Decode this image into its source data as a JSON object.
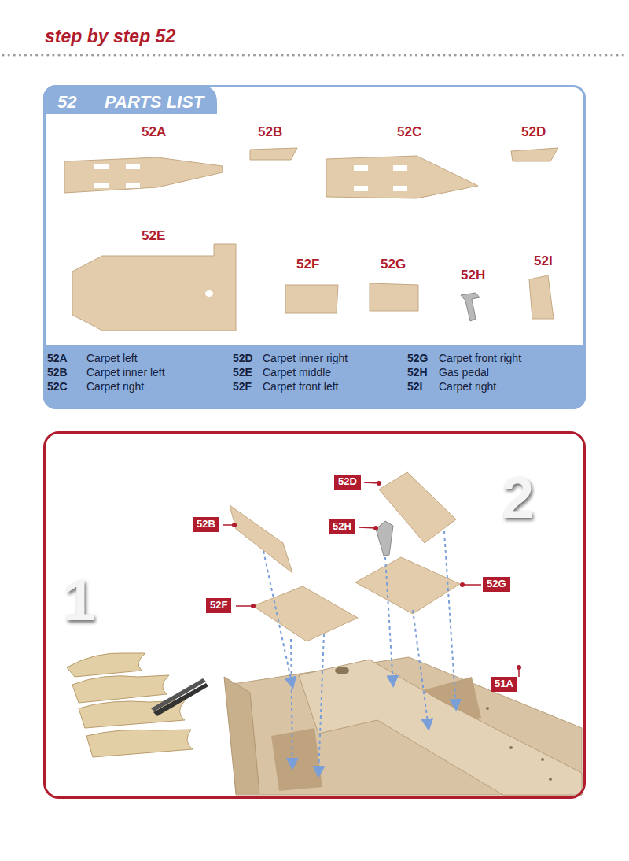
{
  "diagram": {
    "title": "step by step 52",
    "nodes": [
      {
        "text": [
          "52",
          "PARTS LIST"
        ]
      },
      {
        "text": [
          "1",
          "2"
        ]
      }
    ],
    "labels": [
      "52A",
      "52B",
      "52C",
      "52D",
      "52E",
      "52F",
      "52G",
      "52H",
      "52I",
      "52A",
      "Carpet left",
      "52B",
      "Carpet inner left",
      "52C",
      "Carpet right",
      "52D",
      "Carpet inner right",
      "52E",
      "Carpet middle",
      "52F",
      "Carpet front left",
      "52G",
      "Carpet front right",
      "52H",
      "Gas pedal",
      "52I",
      "Carpet right",
      "52D",
      "52B",
      "52H",
      "52G",
      "52F",
      "51A"
    ]
  }
}
